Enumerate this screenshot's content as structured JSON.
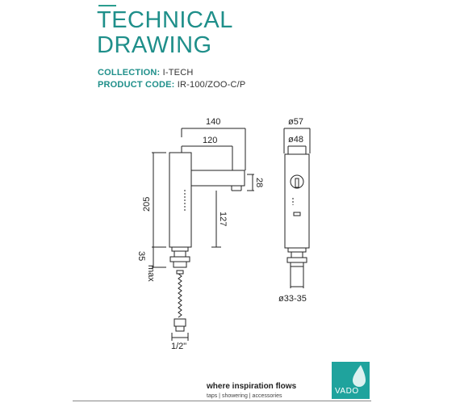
{
  "header": {
    "title_line1": "TECHNICAL",
    "title_line2": "DRAWING",
    "collection_label": "COLLECTION:",
    "collection_value": "I-TECH",
    "product_code_label": "PRODUCT CODE:",
    "product_code_value": "IR-100/ZOO-C/P"
  },
  "dimensions": {
    "width_140": "140",
    "width_120": "120",
    "height_205": "205",
    "height_127": "127",
    "height_28": "28",
    "max_label": "max",
    "max_35": "35",
    "thread": "1/2\"",
    "dia_57": "ø57",
    "dia_48": "ø48",
    "dia_33_35": "ø33-35"
  },
  "footer": {
    "tagline": "where inspiration flows",
    "subline": "taps | showering | accessories",
    "brand": "VADO"
  },
  "colors": {
    "accent": "#1f8f8a",
    "logo_bg": "#1fa39d"
  }
}
